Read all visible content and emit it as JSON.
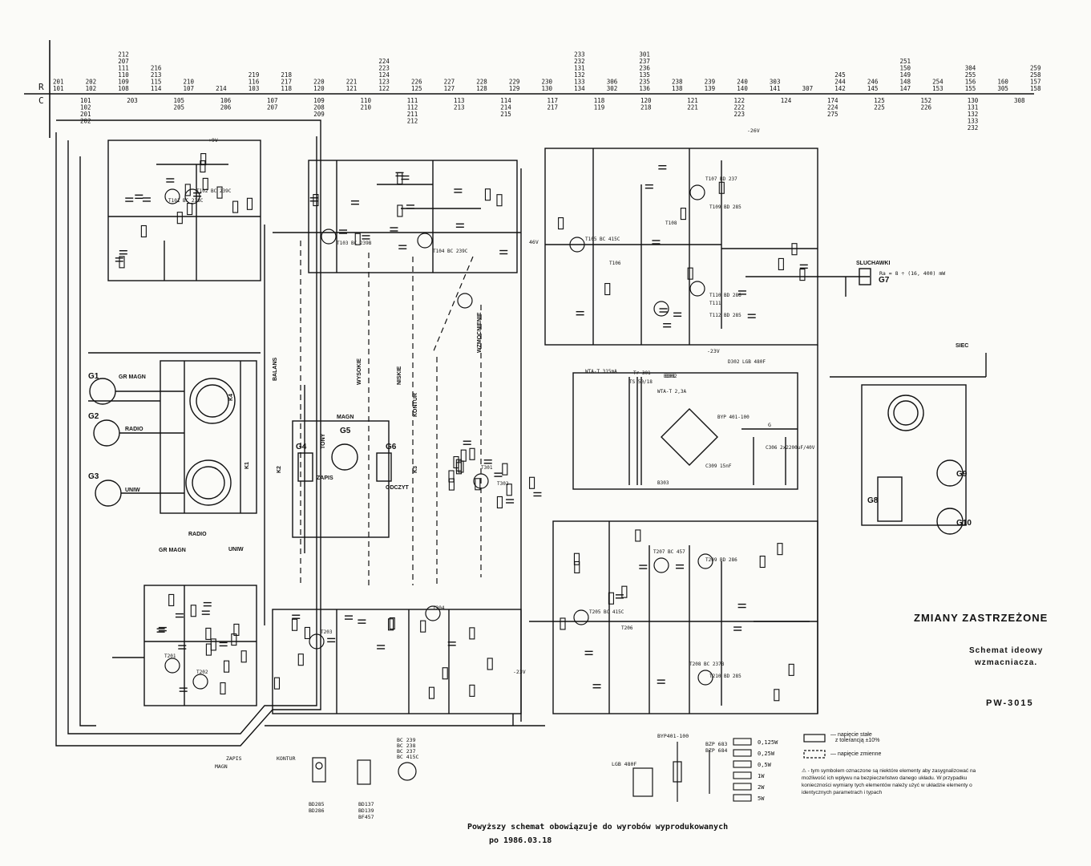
{
  "header": {
    "row_r_label": "R",
    "row_c_label": "C",
    "r_columns": [
      "201 101",
      "202 102",
      "212 207 111 110 109 108",
      "216 213 115 114",
      "210 107",
      "214",
      "219 116 103",
      "218 217 118",
      "220 120",
      "221 121",
      "224 223 124 123 122",
      "226 125",
      "227 127",
      "228 128",
      "229 129",
      "230 130",
      "233 232 131 132 133 134",
      "306 302",
      "301 237 236 135 235 136",
      "238 138",
      "239 139",
      "240 140",
      "303 141",
      "307",
      "245 244 142",
      "246 145",
      "251 150 149 148 147",
      "254 153",
      "304 255 156 155",
      "160 305",
      "259 258 157 158"
    ],
    "c_columns": [
      "101 102 201 202",
      "203",
      "105 205",
      "106 206",
      "107 207",
      "109 208 209",
      "110 210",
      "111 112 211 212",
      "113 213",
      "114 214 215",
      "117 217",
      "118 119",
      "120 218",
      "121 221",
      "122 222 223",
      "124",
      "174 224 275",
      "125 225",
      "152 226",
      "130 131 132 133 232",
      "308"
    ]
  },
  "components": {
    "inputs": [
      "G1",
      "G2",
      "G3",
      "G4",
      "G5",
      "G6",
      "G7",
      "G8",
      "G9",
      "G10"
    ],
    "input_labels": [
      "GR MAGN",
      "RADIO",
      "UNIW",
      "ZAPIS",
      "ODCZYT",
      "SLUCHAWKI",
      "SIEC"
    ],
    "switch_labels": [
      "K1",
      "K2",
      "K3",
      "K4",
      "BALANS",
      "TONY",
      "WYSOKIE",
      "NISKIE",
      "KONTUR",
      "WZMOCNIENIE"
    ],
    "selector_labels": [
      "RADIO",
      "GR MAGN",
      "UNIW",
      "MAGN"
    ],
    "transistors": [
      "T101 BC 238C",
      "T102 BC 239C",
      "T103 BC 239B",
      "T104 BC 239C",
      "T105 BC 415C",
      "T106",
      "T107 BD 237",
      "T108",
      "T109 BD 285",
      "T110 BD 286",
      "T111",
      "T112 BD 285",
      "T201",
      "T202",
      "T203",
      "T204",
      "T205 BC 415C",
      "T206",
      "T207 BC 457",
      "T208 BC 237B",
      "T209 BD 286",
      "T210 BD 285",
      "T301",
      "T302"
    ],
    "power": [
      "Tr 301",
      "TS 50/18",
      "B301",
      "B302",
      "B303",
      "D302 LGB 480F",
      "WTA-T 315mA",
      "WTA-T 2,3A",
      "C306 2x2200uF/40V",
      "C309 15nF",
      "BYP 401-100"
    ],
    "voltage_markers": [
      "-26V",
      "-23V",
      "+9V",
      "46V",
      "-23V",
      "G"
    ],
    "output_marker": "Ra = 8 ÷ (16, 400) mW"
  },
  "legend": {
    "parts": [
      "BD285",
      "BD286",
      "BD137",
      "BD139",
      "BF457",
      "BC 239",
      "BC 238",
      "BC 237",
      "BC 415C",
      "LGB 480F",
      "BYP401-100",
      "BZP 683",
      "BZP 684",
      "ZAPIS",
      "KONTUR",
      "MAGN"
    ],
    "resistor_ratings": [
      "0,125W",
      "0,25W",
      "0,5W",
      "1W",
      "2W",
      "5W"
    ],
    "box_notes": [
      "— napięcie stałe\n   z tolerancją ±10%",
      "— napięcie zmienne"
    ],
    "warning": "⚠ - tym symbolem oznaczone są niektóre elementy aby zasygnalizować na możliwość ich wpływu na bezpieczeństwo danego układu. W przypadku konieczności wymiany tych elementów należy użyć w układzie elementy o identycznych parametrach i typach"
  },
  "title_block": {
    "changes": "ZMIANY ZASTRZEŻONE",
    "subtitle_line1": "Schemat ideowy",
    "subtitle_line2": "wzmacniacza.",
    "model": "PW-3015"
  },
  "footer": {
    "line1": "Powyższy schemat obowiązuje do wyrobów wyprodukowanych",
    "line2": "po  1986.03.18"
  }
}
